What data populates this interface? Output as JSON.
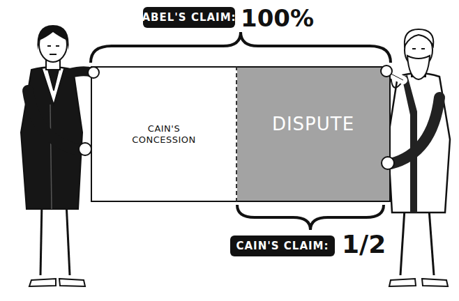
{
  "diagram": {
    "nodes": [
      {
        "text": [
          "ABEL'S CLAIM:"
        ]
      },
      {
        "text": [
          "CAIN'S CONCESSION"
        ]
      },
      {
        "text": [
          "DISPUTE"
        ]
      },
      {
        "text": [
          "CAIN'S CLAIM:"
        ]
      }
    ],
    "labels": [
      "100%",
      "1/2"
    ]
  }
}
